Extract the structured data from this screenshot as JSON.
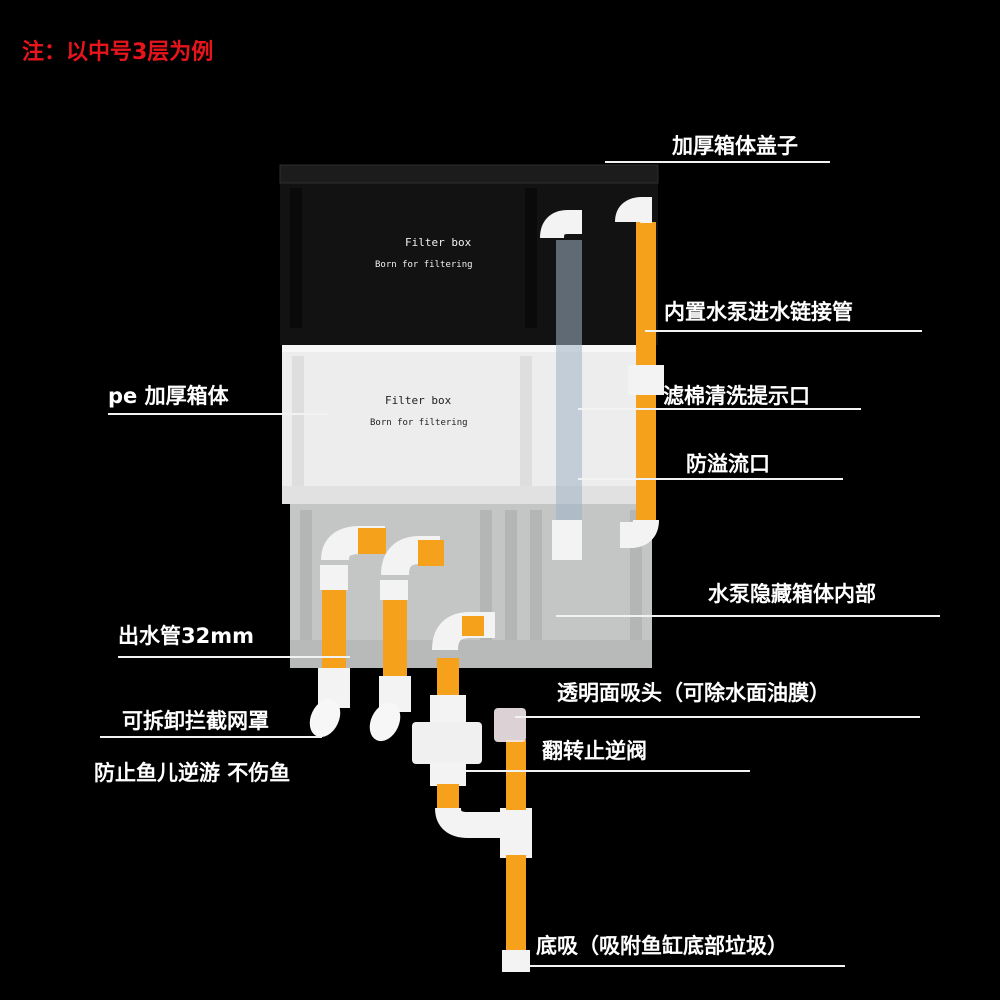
{
  "note": "注：以中号3层为例",
  "box_text": {
    "line1": "Filter box",
    "line2": "Born for filtering"
  },
  "labels": {
    "lid": "加厚箱体盖子",
    "pump_inlet": "内置水泵进水链接管",
    "pe_box": "pe 加厚箱体",
    "sponge_window": "滤棉清洗提示口",
    "overflow": "防溢流口",
    "pump_hidden": "水泵隐藏箱体内部",
    "outlet_pipe": "出水管32mm",
    "skimmer": "透明面吸头（可除水面油膜）",
    "guard": "可拆卸拦截网罩",
    "guard_note": "防止鱼儿逆游   不伤鱼",
    "check_valve": "翻转止逆阀",
    "bottom_suction": "底吸（吸附鱼缸底部垃圾）"
  },
  "colors": {
    "note": "#e8141c",
    "pipe_orange": "#f5a11c",
    "pvc_white": "#f3f3f3",
    "box_black": "#111111",
    "box_white": "#ececec",
    "box_gray": "#c4c6c6"
  }
}
